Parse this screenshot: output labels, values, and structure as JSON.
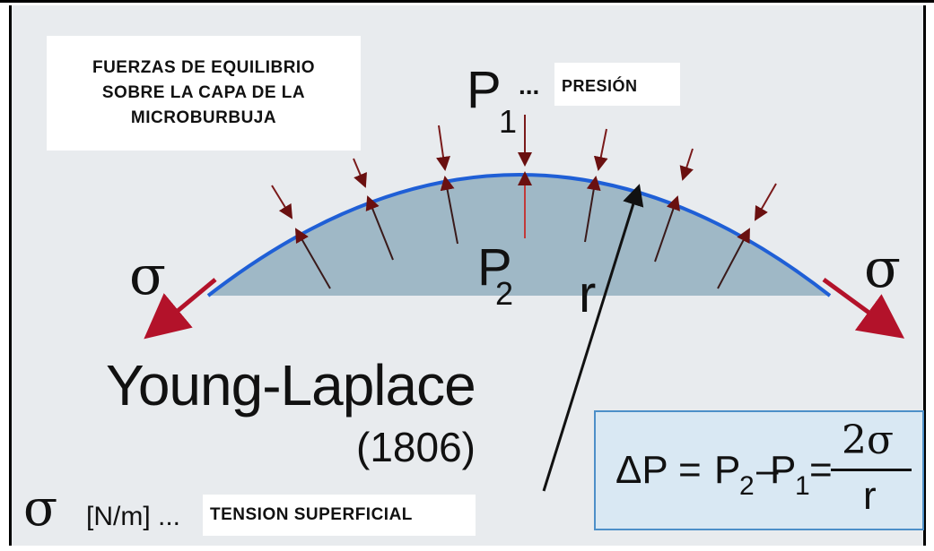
{
  "title": "FUERZAS DE EQUILIBRIO SOBRE LA CAPA DE LA MICROBURBUJA",
  "title_lines": [
    "FUERZAS DE EQUILIBRIO",
    "SOBRE LA CAPA DE LA",
    "MICROBURBUJA"
  ],
  "p1": {
    "symbol": "P",
    "sub": "1",
    "dots": "...",
    "label": "PRESIÓN"
  },
  "p2": {
    "symbol": "P",
    "sub": "2"
  },
  "radius_label": "r",
  "sigma": "σ",
  "law_name": "Young-Laplace",
  "year": "(1806)",
  "legend": {
    "symbol": "σ",
    "unit": "[N/m]",
    "dots": "...",
    "label": "TENSION SUPERFICIAL"
  },
  "equation": {
    "delta": "ΔP",
    "eq1": "=",
    "p2": "P",
    "p2_sub": "2",
    "minus": "–",
    "p1": "P",
    "p1_sub": "1",
    "eq2": "=",
    "numerator": "2σ",
    "denominator": "r"
  },
  "colors": {
    "membrane": "#1f5fd6",
    "fill": "#9fb8c6",
    "force_arrow": "#b3122a",
    "pressure_arrow": "#7a1a1a",
    "eq_bg": "#d9e8f3",
    "eq_border": "#4d8fc8"
  }
}
